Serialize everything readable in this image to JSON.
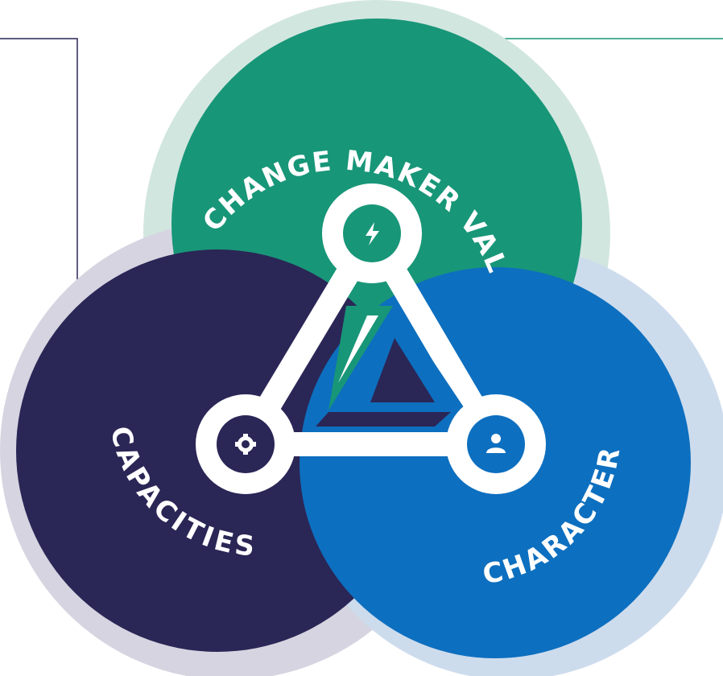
{
  "diagram": {
    "circles": [
      {
        "id": "values",
        "label": "CHANGE MAKER VALUES",
        "color": "#189678",
        "halo": "#d2e6e0",
        "icon": "bolt-icon"
      },
      {
        "id": "capacities",
        "label": "CAPACITIES",
        "color": "#2a2656",
        "halo": "#d5d4e0",
        "icon": "gear-icon"
      },
      {
        "id": "character",
        "label": "CHARACTER",
        "color": "#0d6fbf",
        "halo": "#cddced",
        "icon": "person-icon"
      }
    ],
    "connector_color": "#ffffff",
    "frame_line_colors": {
      "left": "#2a2656",
      "right_top": "#189678",
      "right_mid": "#0d6fbf"
    }
  }
}
